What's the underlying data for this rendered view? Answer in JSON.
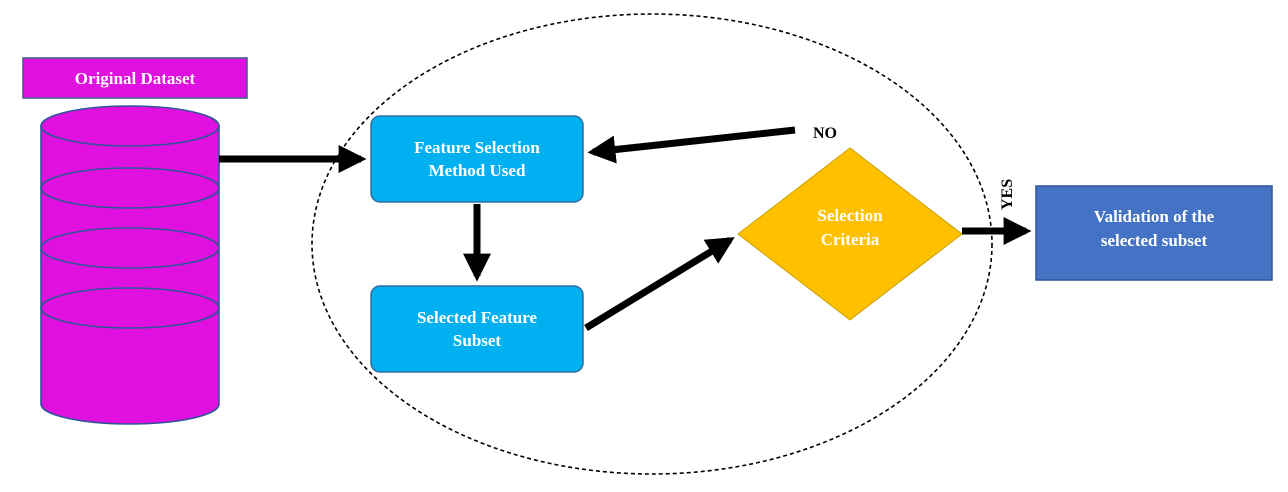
{
  "dataset_label": "Original Dataset",
  "feature_selection": {
    "line1": "Feature Selection",
    "line2": "Method Used"
  },
  "selected_subset": {
    "line1": "Selected Feature",
    "line2": "Subset"
  },
  "selection_criteria": {
    "line1": "Selection",
    "line2": "Criteria"
  },
  "validation": {
    "line1": "Validation of the",
    "line2": "selected subset"
  },
  "no_label": "NO",
  "yes_label": "YES",
  "colors": {
    "dataset": "#e010e0",
    "process_box": "#00b0f0",
    "process_border": "#2f6f9f",
    "decision": "#ffc000",
    "validation": "#4472c4",
    "arrow": "#000000"
  }
}
